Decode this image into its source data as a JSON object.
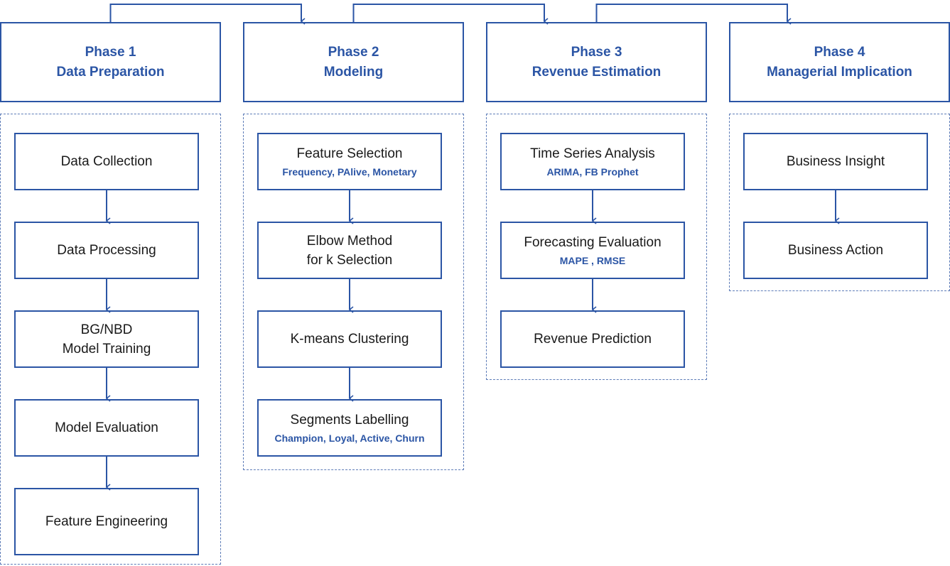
{
  "colors": {
    "primary": "#2b55a5",
    "text": "#1a1a1a",
    "group_border": "#5d7cb8"
  },
  "phases": [
    {
      "number": "Phase 1",
      "name": "Data Preparation",
      "steps": [
        {
          "label": "Data Collection",
          "sub": ""
        },
        {
          "label": "Data Processing",
          "sub": ""
        },
        {
          "label": "BG/NBD\nModel Training",
          "sub": ""
        },
        {
          "label": "Model Evaluation",
          "sub": ""
        },
        {
          "label": "Feature Engineering",
          "sub": ""
        }
      ]
    },
    {
      "number": "Phase 2",
      "name": "Modeling",
      "steps": [
        {
          "label": "Feature Selection",
          "sub": "Frequency, PAlive, Monetary"
        },
        {
          "label": "Elbow Method\nfor k Selection",
          "sub": ""
        },
        {
          "label": "K-means Clustering",
          "sub": ""
        },
        {
          "label": "Segments Labelling",
          "sub": "Champion, Loyal, Active, Churn"
        }
      ]
    },
    {
      "number": "Phase 3",
      "name": "Revenue Estimation",
      "steps": [
        {
          "label": "Time Series Analysis",
          "sub": "ARIMA, FB Prophet"
        },
        {
          "label": "Forecasting Evaluation",
          "sub": "MAPE , RMSE"
        },
        {
          "label": "Revenue Prediction",
          "sub": ""
        }
      ]
    },
    {
      "number": "Phase 4",
      "name": "Managerial Implication",
      "steps": [
        {
          "label": "Business Insight",
          "sub": ""
        },
        {
          "label": "Business Action",
          "sub": ""
        }
      ]
    }
  ]
}
